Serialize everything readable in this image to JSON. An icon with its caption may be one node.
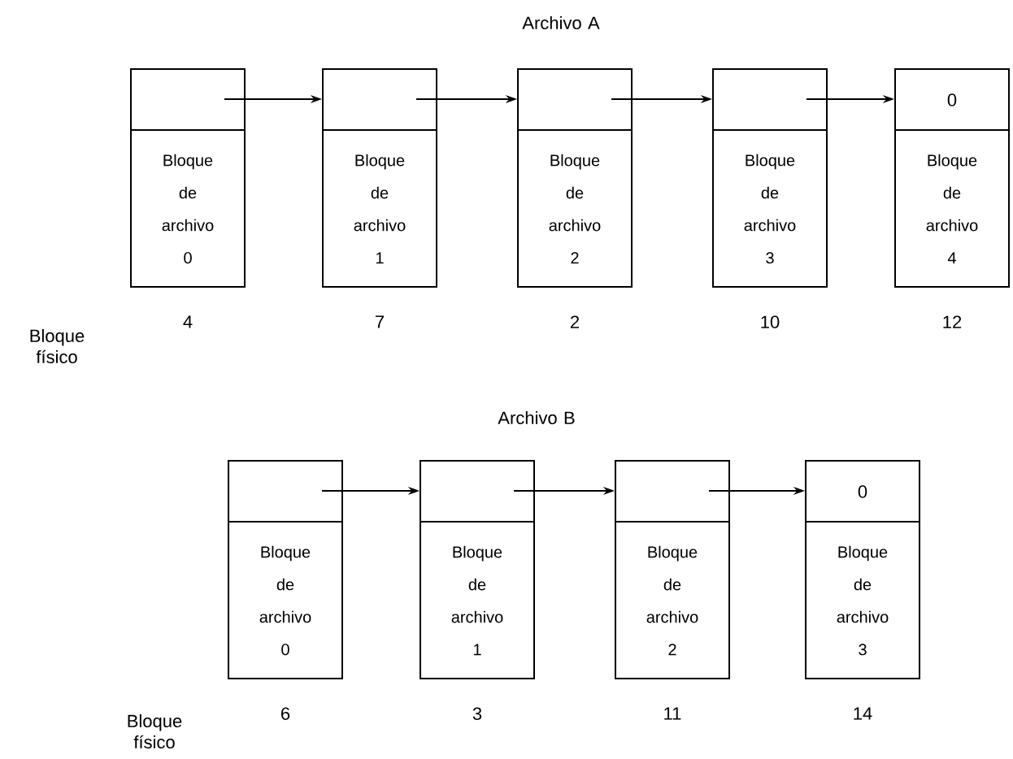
{
  "diagram": {
    "nodes": [
      {
        "text": [
          "Bloque de archivo 0"
        ],
        "beside": [
          "4"
        ]
      },
      {
        "text": [
          "Bloque de archivo 1"
        ],
        "beside": [
          "7"
        ]
      },
      {
        "text": [
          "Bloque de archivo 2"
        ],
        "beside": [
          "2"
        ]
      },
      {
        "text": [
          "Bloque de archivo 3"
        ],
        "beside": [
          "10"
        ]
      },
      {
        "text": [
          "0",
          "Bloque de archivo 4"
        ],
        "beside": [
          "12"
        ]
      },
      {
        "text": [
          "Bloque de archivo 0"
        ],
        "beside": [
          "6"
        ]
      },
      {
        "text": [
          "Bloque de archivo 1"
        ],
        "beside": [
          "3"
        ]
      },
      {
        "text": [
          "Bloque de archivo 2"
        ],
        "beside": [
          "11"
        ]
      },
      {
        "text": [
          "0",
          "Bloque de archivo 3"
        ],
        "beside": [
          "14"
        ]
      }
    ],
    "edges": [
      {
        "from": 0,
        "to": 1,
        "arrow": "to"
      },
      {
        "from": 1,
        "to": 2,
        "arrow": "to"
      },
      {
        "from": 2,
        "to": 3,
        "arrow": "to"
      },
      {
        "from": 3,
        "to": 4,
        "arrow": "to"
      },
      {
        "from": 5,
        "to": 6,
        "arrow": "to"
      },
      {
        "from": 6,
        "to": 7,
        "arrow": "to"
      },
      {
        "from": 7,
        "to": 8,
        "arrow": "to"
      }
    ],
    "labels": [
      "Archivo A",
      "Bloque físico",
      "Archivo B",
      "Bloque físico"
    ]
  }
}
